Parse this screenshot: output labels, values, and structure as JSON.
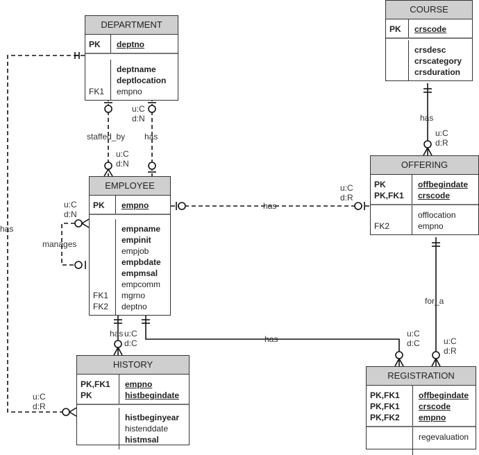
{
  "entities": {
    "department": {
      "name": "DEPARTMENT",
      "pk": [
        {
          "key": "PK",
          "attr": "deptno"
        }
      ],
      "attrs": [
        {
          "key": "",
          "attr": "deptname",
          "required": true
        },
        {
          "key": "",
          "attr": "deptlocation",
          "required": true
        },
        {
          "key": "FK1",
          "attr": "empno",
          "required": false
        }
      ]
    },
    "course": {
      "name": "COURSE",
      "pk": [
        {
          "key": "PK",
          "attr": "crscode"
        }
      ],
      "attrs": [
        {
          "key": "",
          "attr": "crsdesc",
          "required": true
        },
        {
          "key": "",
          "attr": "crscategory",
          "required": true
        },
        {
          "key": "",
          "attr": "crsduration",
          "required": true
        }
      ]
    },
    "employee": {
      "name": "EMPLOYEE",
      "pk": [
        {
          "key": "PK",
          "attr": "empno"
        }
      ],
      "attrs": [
        {
          "key": "",
          "attr": "empname",
          "required": true
        },
        {
          "key": "",
          "attr": "empinit",
          "required": true
        },
        {
          "key": "",
          "attr": "empjob",
          "required": false
        },
        {
          "key": "",
          "attr": "empbdate",
          "required": true
        },
        {
          "key": "",
          "attr": "empmsal",
          "required": true
        },
        {
          "key": "",
          "attr": "empcomm",
          "required": false
        },
        {
          "key": "FK1",
          "attr": "mgrno",
          "required": false
        },
        {
          "key": "FK2",
          "attr": "deptno",
          "required": false
        }
      ]
    },
    "offering": {
      "name": "OFFERING",
      "pk": [
        {
          "key": "PK",
          "attr": "offbegindate"
        },
        {
          "key": "PK,FK1",
          "attr": "crscode"
        }
      ],
      "attrs": [
        {
          "key": "",
          "attr": "offlocation",
          "required": false
        },
        {
          "key": "FK2",
          "attr": "empno",
          "required": false
        }
      ]
    },
    "history": {
      "name": "HISTORY",
      "pk": [
        {
          "key": "PK,FK1",
          "attr": "empno"
        },
        {
          "key": "PK",
          "attr": "histbegindate"
        }
      ],
      "attrs": [
        {
          "key": "",
          "attr": "histbeginyear",
          "required": true
        },
        {
          "key": "",
          "attr": "histenddate",
          "required": false
        },
        {
          "key": "",
          "attr": "histmsal",
          "required": true
        }
      ]
    },
    "registration": {
      "name": "REGISTRATION",
      "pk": [
        {
          "key": "PK,FK1",
          "attr": "offbegindate"
        },
        {
          "key": "PK,FK1",
          "attr": "crscode"
        },
        {
          "key": "PK,FK2",
          "attr": "empno"
        }
      ],
      "attrs": [
        {
          "key": "",
          "attr": "regevaluation",
          "required": false
        }
      ]
    }
  },
  "relationships": {
    "dept_has_emp": "has",
    "dept_staffed_by": "staffed_by",
    "emp_manages": "manages",
    "emp_has_offering": "has",
    "course_has_offering": "has",
    "offering_for_a": "for_a",
    "emp_has_history": "has",
    "emp_has_registration": "has",
    "dept_has_history": "has"
  },
  "constraints": {
    "dept_has_emp_top": [
      "u:C",
      "d:N"
    ],
    "staffed_by_bottom": [
      "u:C",
      "d:N"
    ],
    "manages": [
      "u:C",
      "d:N"
    ],
    "emp_offering": [
      "u:C",
      "d:R"
    ],
    "course_offering": [
      "u:C",
      "d:R"
    ],
    "emp_history": [
      "u:C",
      "d:C"
    ],
    "emp_registration": [
      "u:C",
      "d:C"
    ],
    "offering_registration": [
      "u:C",
      "d:R"
    ],
    "dept_history": [
      "u:C",
      "d:R"
    ]
  }
}
